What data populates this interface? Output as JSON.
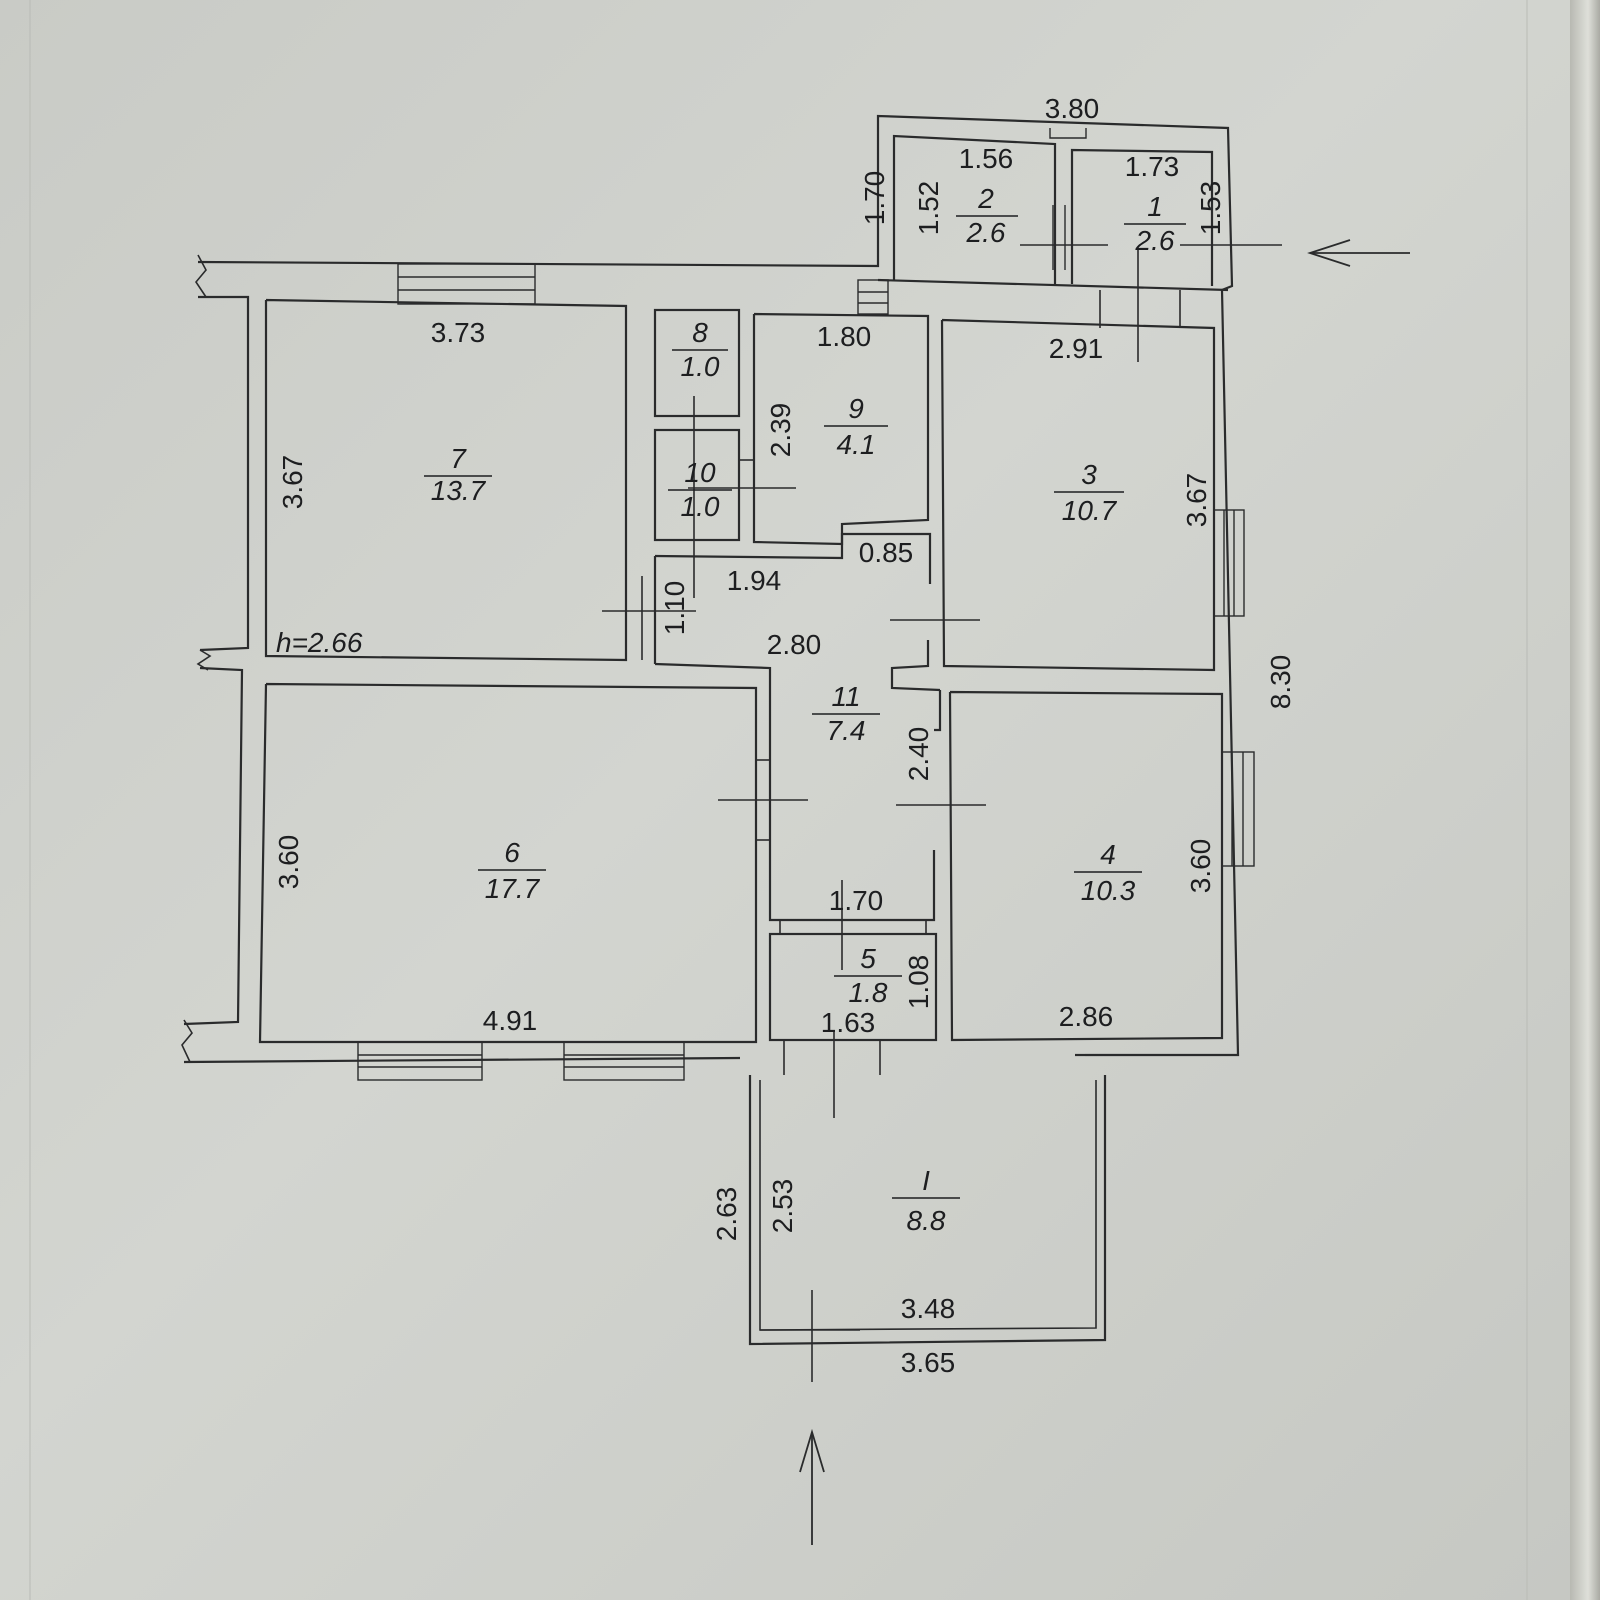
{
  "rooms": [
    {
      "number": "1",
      "area": "2.6"
    },
    {
      "number": "2",
      "area": "2.6"
    },
    {
      "number": "3",
      "area": "10.7"
    },
    {
      "number": "4",
      "area": "10.3"
    },
    {
      "number": "5",
      "area": "1.8"
    },
    {
      "number": "6",
      "area": "17.7"
    },
    {
      "number": "7",
      "area": "13.7"
    },
    {
      "number": "8",
      "area": "1.0"
    },
    {
      "number": "9",
      "area": "4.1"
    },
    {
      "number": "10",
      "area": "1.0"
    },
    {
      "number": "11",
      "area": "7.4"
    },
    {
      "number": "I",
      "area": "8.8"
    }
  ],
  "dimensions": {
    "top_overall": "3.80",
    "room2_w": "1.56",
    "room1_w": "1.73",
    "vestibule_h": "1.70",
    "room2_h": "1.52",
    "room1_h": "1.53",
    "room7_w": "3.73",
    "room7_h": "3.67",
    "room9_w": "1.80",
    "room9_h": "2.39",
    "room3_w": "2.91",
    "room3_h": "3.67",
    "hall_top_w": "1.94",
    "hall_notch": "0.85",
    "hall_side_h": "1.10",
    "hall_w": "2.80",
    "height_label": "h=2.66",
    "overall_right": "8.30",
    "room6_h": "3.60",
    "room6_w": "4.91",
    "room11_h": "2.40",
    "room11_w": "1.70",
    "room4_h": "3.60",
    "room4_w": "2.86",
    "room5_h": "1.08",
    "room5_w": "1.63",
    "terrace_outer_h": "2.63",
    "terrace_inner_h": "2.53",
    "terrace_inner_w": "3.48",
    "terrace_outer_w": "3.65"
  },
  "icons": [
    "entrance-arrow-right",
    "entrance-arrow-bottom"
  ]
}
